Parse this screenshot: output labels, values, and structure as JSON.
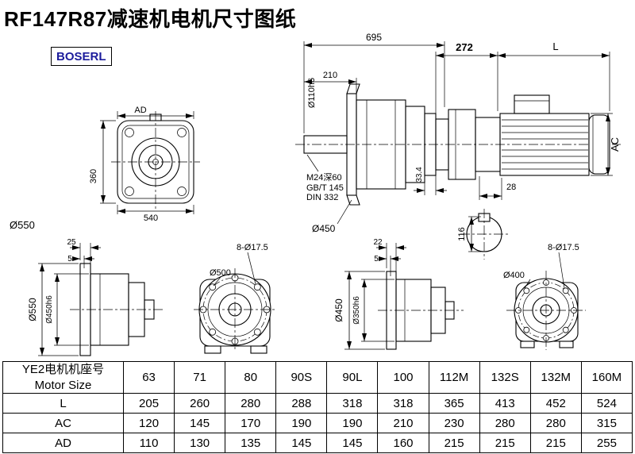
{
  "page": {
    "title": "RF147R87减速机电机尺寸图纸",
    "brand": "BOSERL"
  },
  "dims": {
    "overall_length": "695",
    "shaft_length": "210",
    "shaft_dia": "Ø110h6",
    "tap_hole": "M24深60",
    "tap_std1": "GB/T 145",
    "tap_std2": "DIN 332",
    "step": "33.4",
    "flange_dia": "Ø450",
    "adapter_length": "272",
    "motor_length": "L",
    "motor_dia": "AC",
    "key_width": "28",
    "shaft_circle": "116",
    "ad": "AD",
    "height": "360",
    "width": "540",
    "housing_dia": "Ø550",
    "b1_thk": "25",
    "b1_step": "5",
    "b1_od": "Ø550",
    "b1_spigot": "Ø450h6",
    "b2_holes": "8-Ø17.5",
    "b2_bc": "Ø500",
    "b3_thk": "22",
    "b3_step": "5",
    "b3_od": "Ø450",
    "b3_spigot": "Ø350h6",
    "b4_holes": "8-Ø17.5",
    "b4_bc": "Ø400"
  },
  "table": {
    "header_line1": "YE2电机机座号",
    "header_line2": "Motor Size",
    "columns": [
      "63",
      "71",
      "80",
      "90S",
      "90L",
      "100",
      "112M",
      "132S",
      "132M",
      "160M"
    ],
    "rows": [
      {
        "label": "L",
        "values": [
          "205",
          "260",
          "280",
          "288",
          "318",
          "318",
          "365",
          "413",
          "452",
          "524"
        ]
      },
      {
        "label": "AC",
        "values": [
          "120",
          "145",
          "170",
          "190",
          "190",
          "210",
          "230",
          "280",
          "280",
          "315"
        ]
      },
      {
        "label": "AD",
        "values": [
          "110",
          "130",
          "135",
          "145",
          "145",
          "160",
          "215",
          "215",
          "215",
          "255"
        ]
      }
    ]
  }
}
